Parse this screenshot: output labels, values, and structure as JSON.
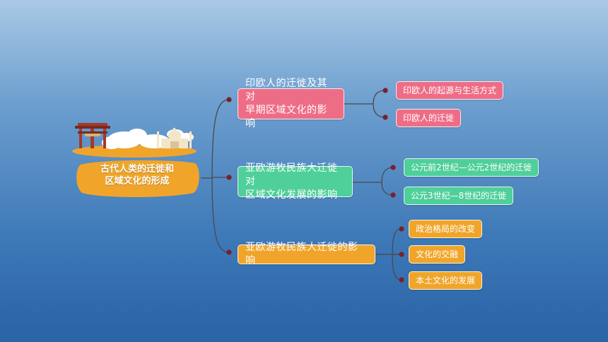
{
  "root": {
    "line1": "古代人类的迁徙和",
    "line2": "区域文化的形成"
  },
  "branches": [
    {
      "line1": "印欧人的迁徙及其对",
      "line2": "早期区域文化的影响",
      "children": [
        "印欧人的起源与生活方式",
        "印欧人的迁徙"
      ],
      "color": "#ee6d86"
    },
    {
      "line1": "亚欧游牧民族大迁徙对",
      "line2": "区域文化发展的影响",
      "children": [
        "公元前2世纪—公元2世纪的迁徙",
        "公元3世纪—8世纪的迁徙"
      ],
      "color": "#4fcf9a"
    },
    {
      "line1": "亚欧游牧民族大迁徙的影响",
      "line2": "",
      "children": [
        "政治格局的改变",
        "文化的交融",
        "本土文化的发展"
      ],
      "color": "#f0a52a"
    }
  ],
  "colors": {
    "connector": "#4a4a4a",
    "dot": "#7a1f2b",
    "root": "#f0a52a"
  }
}
